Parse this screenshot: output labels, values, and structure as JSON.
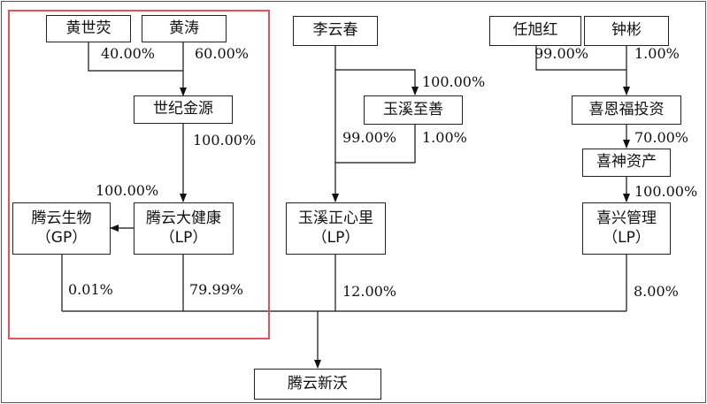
{
  "colors": {
    "highlight": "#e4535a",
    "line": "#111111",
    "box_border": "#222222"
  },
  "nodes": {
    "huang_shiying": "黄世荧",
    "huang_tao": "黄涛",
    "shiji_jinyuan": "世纪金源",
    "tengyun_shengwu": "腾云生物",
    "tengyun_shengwu_role": "（GP）",
    "tengyun_dajiankang": "腾云大健康",
    "tengyun_dajiankang_role": "（LP）",
    "li_yunchun": "李云春",
    "yuxi_zhishan": "玉溪至善",
    "yuxi_zhengxinli": "玉溪正心里",
    "yuxi_zhengxinli_role": "（LP）",
    "ren_xuhong": "任旭红",
    "zhong_bin": "钟彬",
    "xien_futouzi": "喜恩福投资",
    "xishen_zichan": "喜神资产",
    "xixing_guanli": "喜兴管理",
    "xixing_guanli_role": "（LP）",
    "tengyun_xinwo": "腾云新沃"
  },
  "edges": {
    "huang_shiying_to_shiji": "40.00%",
    "huang_tao_to_shiji": "60.00%",
    "shiji_to_dajiankang": "100.00%",
    "dajiankang_to_shengwu": "100.00%",
    "li_to_zhishan": "100.00%",
    "li_to_zhengxinli": "99.00%",
    "zhishan_to_zhengxinli": "1.00%",
    "ren_to_xien": "99.00%",
    "zhong_to_xien": "1.00%",
    "xien_to_xishen": "70.00%",
    "xishen_to_xixing": "100.00%",
    "shengwu_to_xinwo": "0.01%",
    "dajiankang_to_xinwo": "79.99%",
    "zhengxinli_to_xinwo": "12.00%",
    "xixing_to_xinwo": "8.00%"
  }
}
